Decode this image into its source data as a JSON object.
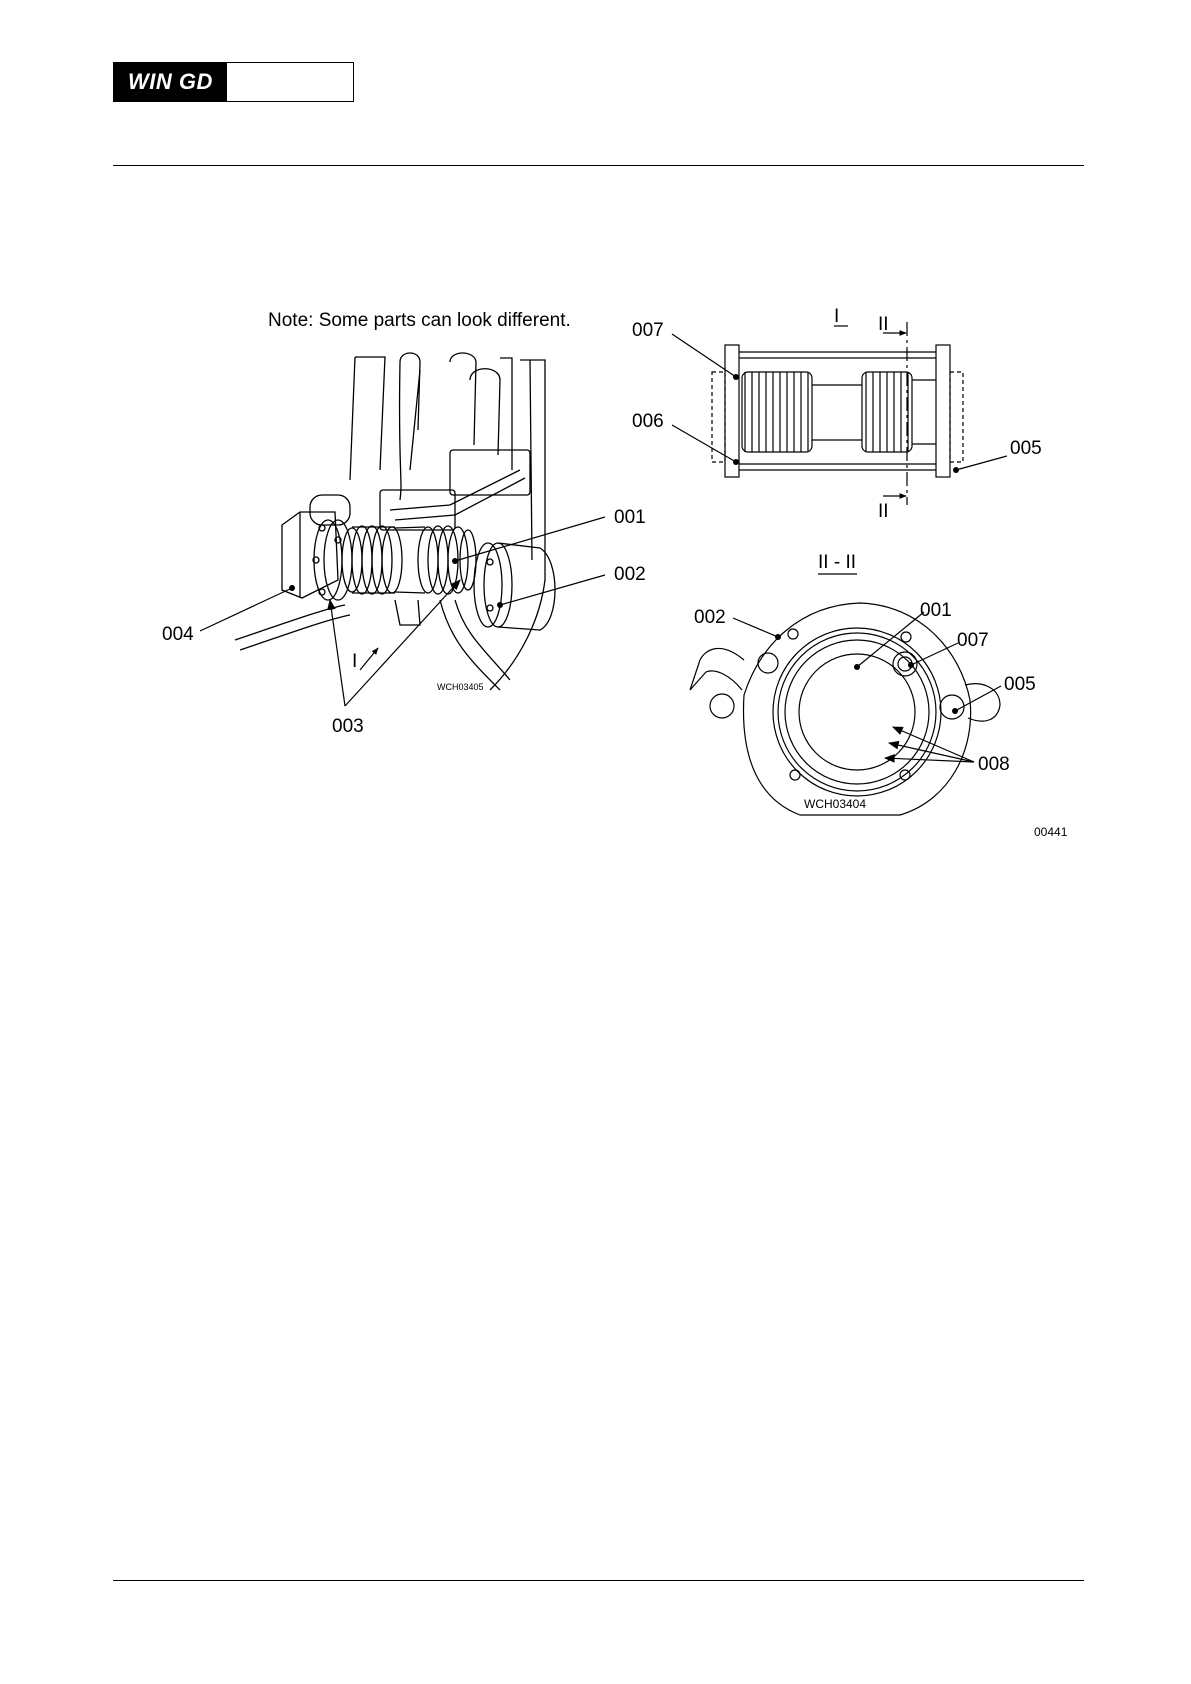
{
  "header": {
    "logo_text": "WIN GD"
  },
  "figure": {
    "note": "Note: Some parts can look different.",
    "left_view": {
      "ref": "WCH03405",
      "labels": {
        "p001": "001",
        "p002": "002",
        "p003": "003",
        "p004": "004",
        "view_I": "I"
      }
    },
    "right_top_view": {
      "labels": {
        "view_I": "I",
        "section_II_top": "II",
        "section_II_bottom": "II",
        "p007": "007",
        "p006": "006",
        "p005": "005"
      }
    },
    "section_view": {
      "title": "II - II",
      "ref": "WCH03404",
      "labels": {
        "p002": "002",
        "p001": "001",
        "p007": "007",
        "p005": "005",
        "p008": "008"
      }
    },
    "figure_number": "00441"
  }
}
